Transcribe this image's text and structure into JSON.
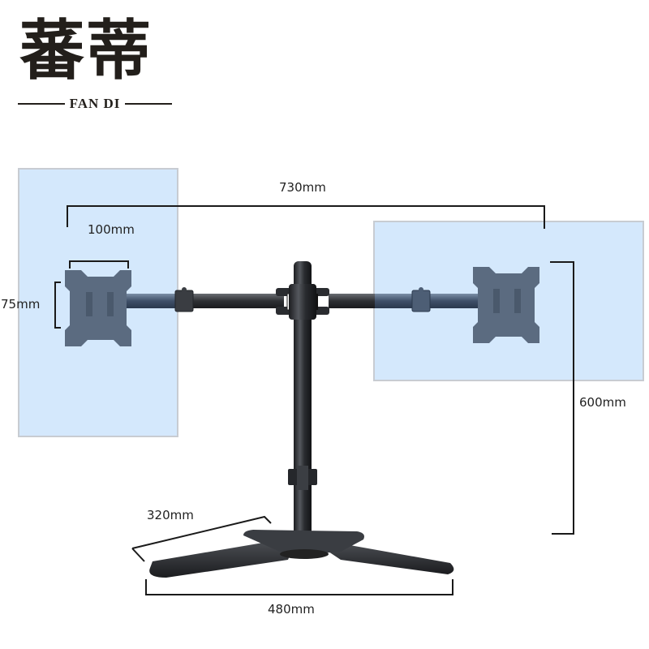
{
  "brand": {
    "name_cn": "蕃蒂",
    "name_en": "FAN DI"
  },
  "dimensions": {
    "overall_width": "730mm",
    "vesa_width": "100mm",
    "vesa_height": "75mm",
    "pole_height": "600mm",
    "foot_length": "320mm",
    "base_width": "480mm"
  },
  "colors": {
    "screen_fill": "#d4e8fc",
    "screen_border": "#c8ccd2",
    "metal_dark": "#2a2c30",
    "vesa_plate": "#5b6b80",
    "dimension_line": "#1a1a1a"
  }
}
